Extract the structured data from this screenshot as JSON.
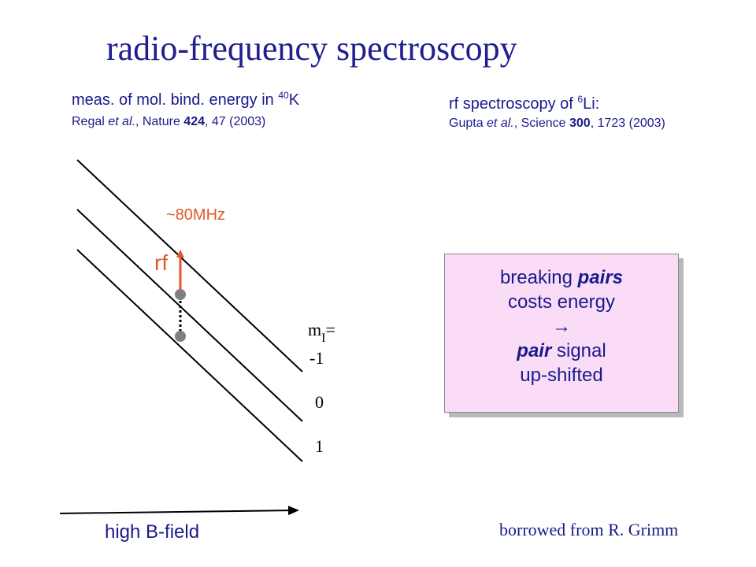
{
  "slide": {
    "title": "radio-frequency spectroscopy",
    "left_ref": {
      "head_prefix": "meas. of mol. bind. energy in ",
      "head_sup": "40",
      "head_suffix": "K",
      "authors": "Regal ",
      "etal": "et al.",
      "journal": ", Nature ",
      "volume": "424",
      "pages": ", 47 (2003)"
    },
    "right_ref": {
      "head_prefix": "rf spectroscopy of ",
      "head_sup": "6",
      "head_suffix": "Li:",
      "authors": "Gupta ",
      "etal": "et al.",
      "journal": ", Science ",
      "volume": "300",
      "pages": ", 1723 (2003)"
    },
    "diagram": {
      "freq_label": "~80MHz",
      "rf_label": "rf",
      "level_label_m": "m",
      "level_label_sub": "I",
      "level_label_eq": "=",
      "levels": [
        "-1",
        "0",
        "1"
      ],
      "field_label": "high B-field"
    },
    "box": {
      "line1_prefix": "breaking ",
      "line1_em": "pairs",
      "line2": "costs energy",
      "line3": "→",
      "line4_em": "pair",
      "line4_suffix": " signal",
      "line5": "up-shifted"
    },
    "credit": "borrowed from R. Grimm",
    "colors": {
      "title": "#1f1f8f",
      "text": "#1a1a8c",
      "accent": "#e2572b",
      "box_fill": "#fbdcf7"
    }
  }
}
